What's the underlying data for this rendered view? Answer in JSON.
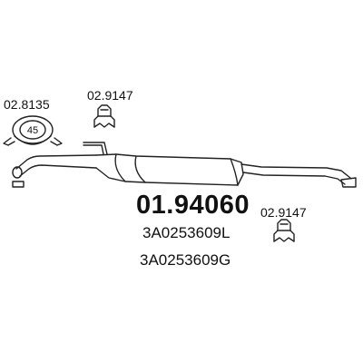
{
  "diagram": {
    "part_number": "01.94060",
    "oe_references": [
      "3A0253609L",
      "3A0253609G"
    ],
    "parts": [
      {
        "ref": "02.8135",
        "icon": "clamp-icon",
        "marking": "45"
      },
      {
        "ref": "02.9147",
        "icon": "mounting-clip-icon"
      },
      {
        "ref": "02.9147",
        "icon": "mounting-clip-icon"
      }
    ],
    "colors": {
      "line": "#222222",
      "background": "#ffffff"
    }
  }
}
